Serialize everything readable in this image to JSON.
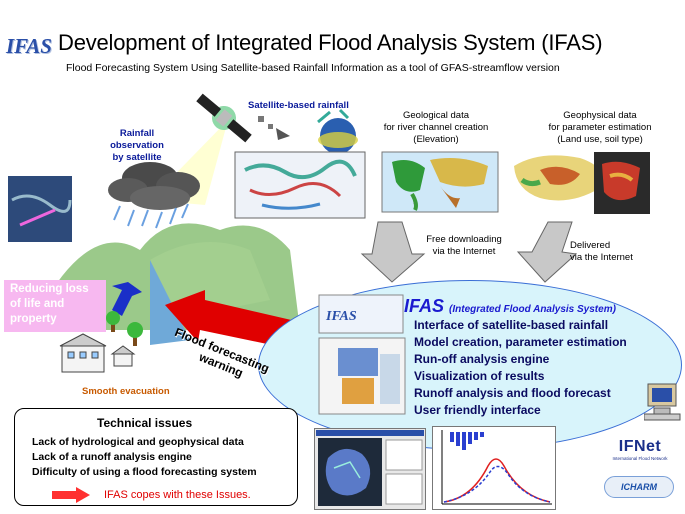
{
  "logo_text": "IFAS",
  "title": "Development of Integrated Flood Analysis System (IFAS)",
  "subtitle": "Flood Forecasting System Using Satellite-based Rainfall Information as a tool of GFAS-streamflow version",
  "labels": {
    "satellite_rainfall": "Satellite-based rainfall",
    "rainfall_observation": [
      "Rainfall observation",
      "by satellite"
    ],
    "geological": [
      "Geological data",
      "for river channel creation",
      "(Elevation)"
    ],
    "geophysical": [
      "Geophysical data",
      "for parameter estimation",
      "(Land use, soil type)"
    ],
    "free_download": [
      "Free downloading",
      "via the Internet"
    ],
    "delivered": [
      "Delivered",
      "via the Internet"
    ],
    "reducing_loss": [
      "Reducing loss",
      "of life and",
      "property"
    ],
    "smooth_evacuation": "Smooth evacuation",
    "flood_warning": [
      "Flood forecasting",
      "warning"
    ]
  },
  "ifas": {
    "name": "IFAS",
    "full_name": "(Integrated Flood Analysis System)",
    "features": [
      "Interface of satellite-based rainfall",
      "Model creation, parameter estimation",
      "Run-off analysis engine",
      "Visualization of results",
      "Runoff analysis and flood forecast",
      "User friendly interface"
    ]
  },
  "technical_issues": {
    "title": "Technical issues",
    "items": [
      "Lack of hydrological and geophysical data",
      "Lack of a runoff analysis engine",
      "Difficulty of using a flood forecasting system"
    ],
    "conclusion": "IFAS copes with these Issues."
  },
  "partner_logos": {
    "ifnet": "IFNet",
    "ifnet_caption": "International Flood Network",
    "icharm": "ICHARM"
  },
  "colors": {
    "ellipse_fill": "#d8f4fb",
    "ellipse_border": "#3b6fd6",
    "warning_arrow": "#e00000",
    "reducing_box": "#f7b8f0",
    "label_blue": "#0a1a9a"
  }
}
